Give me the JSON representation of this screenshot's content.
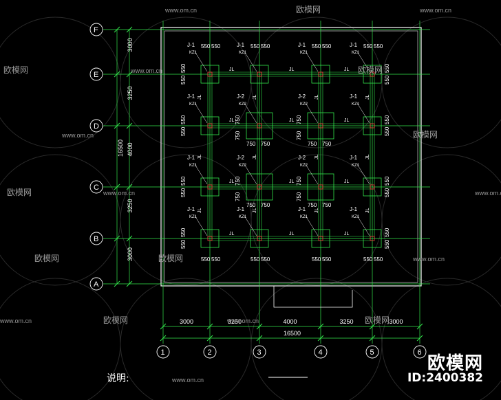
{
  "watermarks": {
    "url": "www.om.cn",
    "url_short": "www.om.cn",
    "brand": "欧模网",
    "id_label": "ID:2400382"
  },
  "note_label": "说明:",
  "grid": {
    "rows": [
      "F",
      "E",
      "D",
      "C",
      "B",
      "A"
    ],
    "cols": [
      "1",
      "2",
      "3",
      "4",
      "5",
      "6"
    ]
  },
  "dims": {
    "left_segments": [
      "3000",
      "3250",
      "4000",
      "3250",
      "3000"
    ],
    "left_total": "16500",
    "bottom_segments": [
      "3000",
      "3250",
      "4000",
      "3250",
      "3000"
    ],
    "bottom_total": "16500"
  },
  "footings": [
    {
      "id": "J-1",
      "col": "KZ1"
    },
    {
      "id": "J-1",
      "col": "KZ1"
    },
    {
      "id": "J-1",
      "col": "KZ1"
    },
    {
      "id": "J-1",
      "col": "KZ1"
    },
    {
      "id": "J-1",
      "col": "KZ1"
    },
    {
      "id": "J-2",
      "col": "KZ2"
    },
    {
      "id": "J-2",
      "col": "KZ2"
    },
    {
      "id": "J-1",
      "col": "KZ1"
    },
    {
      "id": "J-1",
      "col": "KZ1"
    },
    {
      "id": "J-2",
      "col": "KZ2"
    },
    {
      "id": "J-2",
      "col": "KZ2"
    },
    {
      "id": "J-1",
      "col": "KZ1"
    },
    {
      "id": "J-1",
      "col": "KZ1"
    },
    {
      "id": "J-1",
      "col": "KZ1"
    },
    {
      "id": "J-1",
      "col": "KZ1"
    },
    {
      "id": "J-1",
      "col": "KZ1"
    }
  ],
  "small_dim": "550",
  "large_dim": "750",
  "beam_label": "JL",
  "colors": {
    "background": "#000000",
    "grid_line": "#33e84d",
    "frame": "#ffffff",
    "text": "#ffffff",
    "column": "#ff4040"
  }
}
